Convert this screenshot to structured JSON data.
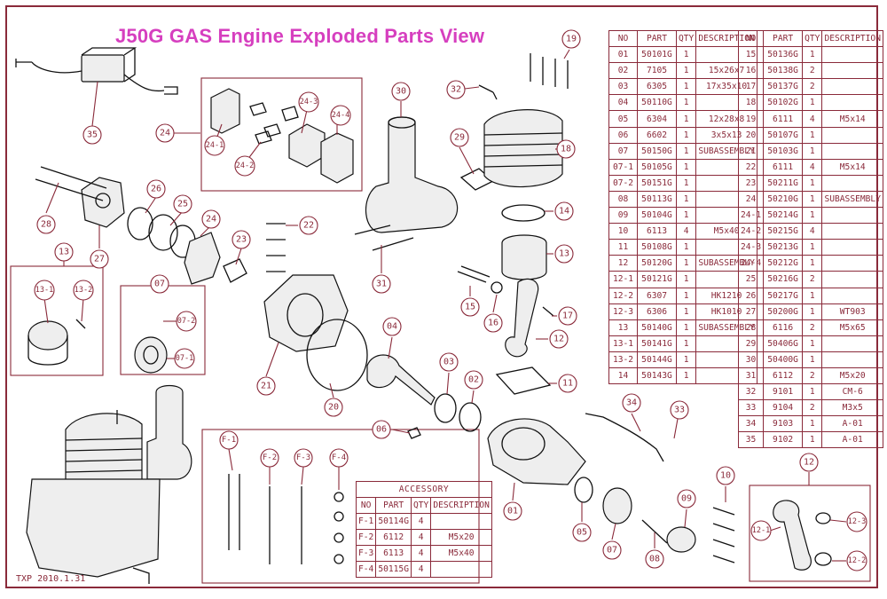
{
  "title": "J50G GAS Engine Exploded Parts View",
  "stamp": "TXP 2010.1.31",
  "colors": {
    "title": "#d63fbf",
    "line": "#8a2a3a",
    "part": "#111111"
  },
  "table_headers": [
    "NO",
    "PART",
    "QTY",
    "DESCRIPTION"
  ],
  "parts_left": [
    [
      "01",
      "50101G",
      "1",
      ""
    ],
    [
      "02",
      "7105",
      "1",
      "15x26x7"
    ],
    [
      "03",
      "6305",
      "1",
      "17x35x10"
    ],
    [
      "04",
      "50110G",
      "1",
      ""
    ],
    [
      "05",
      "6304",
      "1",
      "12x28x8"
    ],
    [
      "06",
      "6602",
      "1",
      "3x5x13"
    ],
    [
      "07",
      "50150G",
      "1",
      "SUBASSEMBLY"
    ],
    [
      "07-1",
      "50105G",
      "1",
      ""
    ],
    [
      "07-2",
      "50151G",
      "1",
      ""
    ],
    [
      "08",
      "50113G",
      "1",
      ""
    ],
    [
      "09",
      "50104G",
      "1",
      ""
    ],
    [
      "10",
      "6113",
      "4",
      "M5x40"
    ],
    [
      "11",
      "50108G",
      "1",
      ""
    ],
    [
      "12",
      "50120G",
      "1",
      "SUBASSEMBLY"
    ],
    [
      "12-1",
      "50121G",
      "1",
      ""
    ],
    [
      "12-2",
      "6307",
      "1",
      "HK1210"
    ],
    [
      "12-3",
      "6306",
      "1",
      "HK1010"
    ],
    [
      "13",
      "50140G",
      "1",
      "SUBASSEMBLY"
    ],
    [
      "13-1",
      "50141G",
      "1",
      ""
    ],
    [
      "13-2",
      "50144G",
      "1",
      ""
    ],
    [
      "14",
      "50143G",
      "1",
      ""
    ]
  ],
  "parts_right": [
    [
      "15",
      "50136G",
      "1",
      ""
    ],
    [
      "16",
      "50138G",
      "2",
      ""
    ],
    [
      "17",
      "50137G",
      "2",
      ""
    ],
    [
      "18",
      "50102G",
      "1",
      ""
    ],
    [
      "19",
      "6111",
      "4",
      "M5x14"
    ],
    [
      "20",
      "50107G",
      "1",
      ""
    ],
    [
      "21",
      "50103G",
      "1",
      ""
    ],
    [
      "22",
      "6111",
      "4",
      "M5x14"
    ],
    [
      "23",
      "50211G",
      "1",
      ""
    ],
    [
      "24",
      "50210G",
      "1",
      "SUBASSEMBLY"
    ],
    [
      "24-1",
      "50214G",
      "1",
      ""
    ],
    [
      "24-2",
      "50215G",
      "4",
      ""
    ],
    [
      "24-3",
      "50213G",
      "1",
      ""
    ],
    [
      "24-4",
      "50212G",
      "1",
      ""
    ],
    [
      "25",
      "50216G",
      "2",
      ""
    ],
    [
      "26",
      "50217G",
      "1",
      ""
    ],
    [
      "27",
      "50200G",
      "1",
      "WT903"
    ],
    [
      "28",
      "6116",
      "2",
      "M5x65"
    ],
    [
      "29",
      "50406G",
      "1",
      ""
    ],
    [
      "30",
      "50400G",
      "1",
      ""
    ],
    [
      "31",
      "6112",
      "2",
      "M5x20"
    ],
    [
      "32",
      "9101",
      "1",
      "CM-6"
    ],
    [
      "33",
      "9104",
      "2",
      "M3x5"
    ],
    [
      "34",
      "9103",
      "1",
      "A-01"
    ],
    [
      "35",
      "9102",
      "1",
      "A-01"
    ]
  ],
  "accessory": {
    "caption": "ACCESSORY",
    "rows": [
      [
        "F-1",
        "50114G",
        "4",
        ""
      ],
      [
        "F-2",
        "6112",
        "4",
        "M5x20"
      ],
      [
        "F-3",
        "6113",
        "4",
        "M5x40"
      ],
      [
        "F-4",
        "50115G",
        "4",
        ""
      ]
    ]
  },
  "callouts": {
    "c35": "35",
    "c24": "24",
    "c24_1": "24-1",
    "c24_2": "24-2",
    "c24_3": "24-3",
    "c24_4": "24-4",
    "c28": "28",
    "c27": "27",
    "c26": "26",
    "c25": "25",
    "c24b": "24",
    "c23": "23",
    "c22": "22",
    "c13": "13",
    "c13_1": "13-1",
    "c13_2": "13-2",
    "c07": "07",
    "c07_2": "07-2",
    "c07_1": "07-1",
    "c21": "21",
    "c20": "20",
    "c30": "30",
    "c29": "29",
    "c32": "32",
    "c19": "19",
    "c18": "18",
    "c31": "31",
    "c14": "14",
    "c13b": "13",
    "c15": "15",
    "c16": "16",
    "c17": "17",
    "c12": "12",
    "c04": "04",
    "c03": "03",
    "c02": "02",
    "c06": "06",
    "c11": "11",
    "c34": "34",
    "c33": "33",
    "c01": "01",
    "c05": "05",
    "c07b": "07",
    "c08": "08",
    "c09": "09",
    "c10": "10",
    "cF1": "F-1",
    "cF2": "F-2",
    "cF3": "F-3",
    "cF4": "F-4",
    "c12b": "12",
    "c12_1": "12-1",
    "c12_3": "12-3",
    "c12_2": "12-2"
  }
}
